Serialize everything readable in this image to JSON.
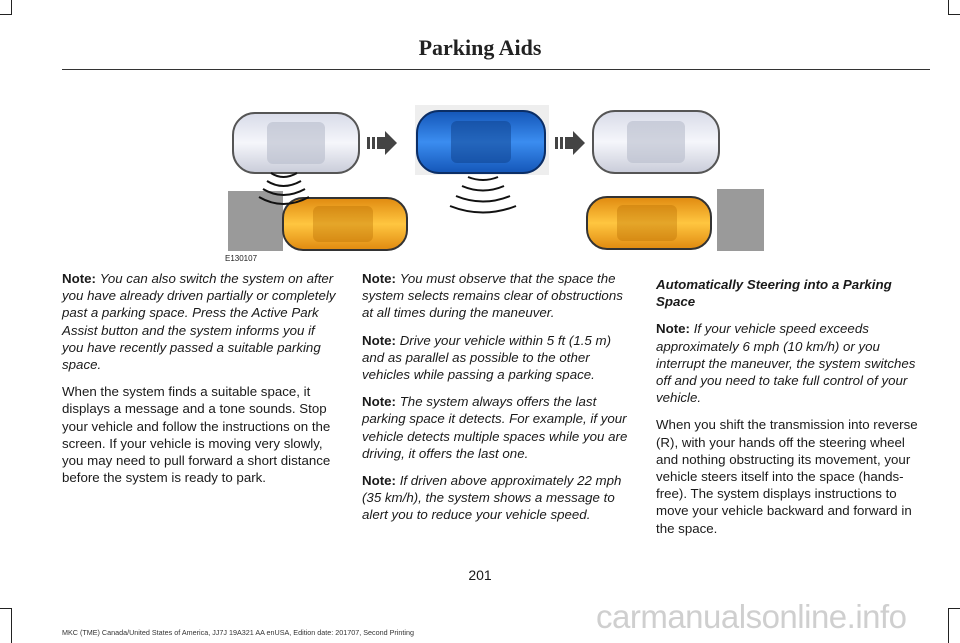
{
  "header": {
    "title": "Parking Aids"
  },
  "figure": {
    "code": "E130107"
  },
  "column1": {
    "note1_label": "Note:",
    "note1_text": "You can also switch the system on after you have already driven partially or completely past a parking space. Press the Active Park Assist button and the system informs you if you have recently passed a suitable parking space.",
    "paragraph1": "When the system finds a suitable space, it displays a message and a tone sounds. Stop your vehicle and follow the instructions on the screen. If your vehicle is moving very slowly, you may need to pull forward a short distance before the system is ready to park."
  },
  "column2": {
    "note2_label": "Note:",
    "note2_text": "You must observe that the space the system selects remains clear of obstructions at all times during the maneuver.",
    "note3_label": "Note:",
    "note3_text": "Drive your vehicle within 5 ft (1.5 m) and as parallel as possible to the other vehicles while passing a parking space.",
    "note4_label": "Note:",
    "note4_text": "The system always offers the last parking space it detects. For example, if your vehicle detects multiple spaces while you are driving, it offers the last one.",
    "note5_label": "Note:",
    "note5_text": "If driven above approximately 22 mph (35 km/h), the system shows a message to alert you to reduce your vehicle speed."
  },
  "column3": {
    "heading": "Automatically Steering into a Parking Space",
    "note6_label": "Note:",
    "note6_text": "If your vehicle speed exceeds approximately 6 mph (10 km/h) or you interrupt the maneuver, the system switches off and you need to take full control of your vehicle.",
    "paragraph2": "When you shift the transmission into reverse (R), with your hands off the steering wheel and nothing obstructing its movement, your vehicle steers itself into the space (hands-free). The system displays instructions to move your vehicle backward and forward in the space."
  },
  "page_number": "201",
  "footer": "MKC (TME) Canada/United States of America, JJ7J 19A321 AA enUSA, Edition date: 201707, Second Printing",
  "watermark": "carmanualsonline.info",
  "colors": {
    "blue_car": "#1f6fd6",
    "orange_car": "#f0a020",
    "silver_car": "#e4e6f0",
    "curb": "#9a9a9a"
  }
}
